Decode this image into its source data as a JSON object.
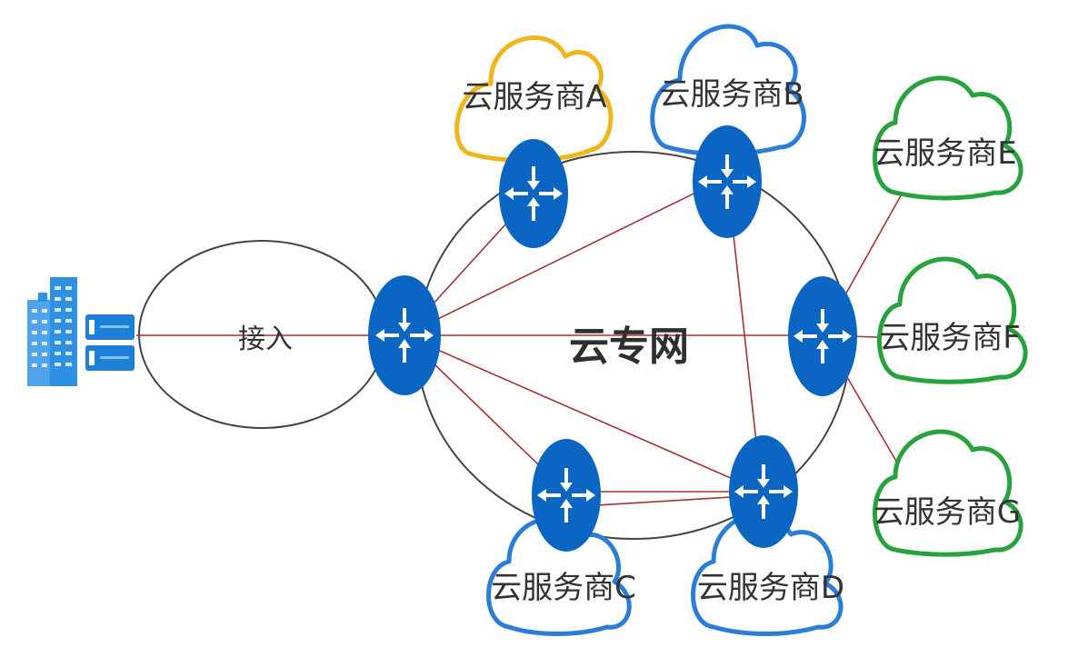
{
  "labels": {
    "access": "接入",
    "core": "云专网"
  },
  "providers": [
    {
      "id": "A",
      "label": "云服务商A",
      "color": "#f0b51c"
    },
    {
      "id": "B",
      "label": "云服务商B",
      "color": "#2b7ed6"
    },
    {
      "id": "C",
      "label": "云服务商C",
      "color": "#2b7ed6"
    },
    {
      "id": "D",
      "label": "云服务商D",
      "color": "#2b7ed6"
    },
    {
      "id": "E",
      "label": "云服务商E",
      "color": "#27a23e"
    },
    {
      "id": "F",
      "label": "云服务商F",
      "color": "#27a23e"
    },
    {
      "id": "G",
      "label": "云服务商G",
      "color": "#27a23e"
    }
  ],
  "colors": {
    "router": "#0a66c2",
    "link": "#a4303a",
    "ellipse": "#444444",
    "building": "#2f8fe0"
  },
  "icons": {
    "enterprise": "building-server-icon",
    "router": "router-icon"
  }
}
